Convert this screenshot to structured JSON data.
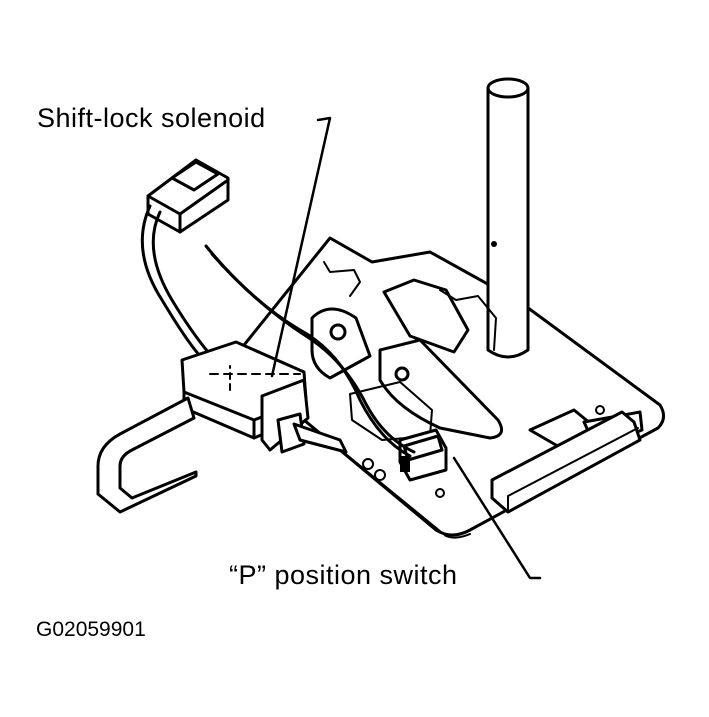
{
  "labels": {
    "solenoid": "Shift-lock solenoid",
    "switch": "“P” position switch",
    "figure_code": "G02059901"
  },
  "colors": {
    "ink": "#000000",
    "paper": "#ffffff"
  }
}
